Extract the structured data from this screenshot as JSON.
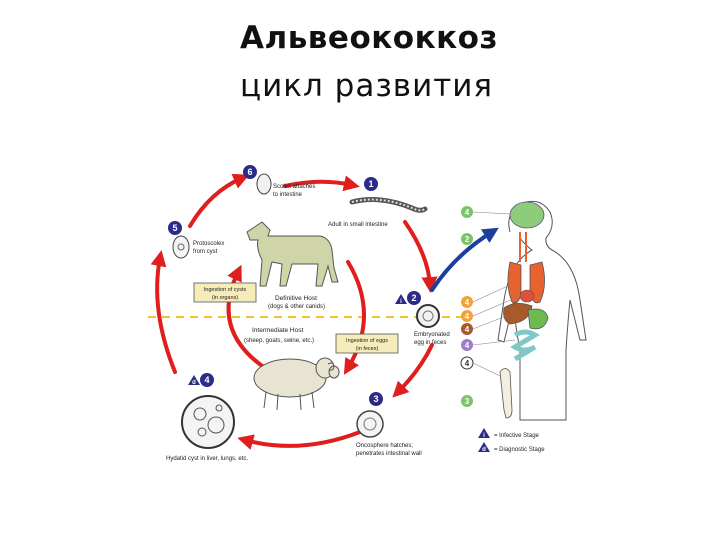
{
  "title": "Альвеококкоз",
  "subtitle": "цикл развития",
  "colors": {
    "cycle_arrow": "#e01e1e",
    "host_divider": "#f5c12b",
    "blue_arrow": "#1c3f9e",
    "stage_badge": "#2b2b8a",
    "stage_number_orange": "#f3a23a",
    "stage_number_green": "#7cc36a",
    "stage_number_purple": "#9f7dc9",
    "organ_lungs": "#e7622f",
    "organ_liver": "#a85a2b",
    "organ_stomach": "#6dbb4f",
    "organ_intestine": "#7ec8c8",
    "organ_brain": "#8ccc7a",
    "label_box": "#f6ecb9"
  },
  "stages": {
    "s6": {
      "num": "6",
      "label": "Scolex attaches",
      "label2": "to intestine"
    },
    "s1": {
      "num": "1",
      "label": "Adult in small intestine"
    },
    "s5": {
      "num": "5",
      "label": "Protoscolex",
      "label2": "from cyst"
    },
    "s2": {
      "num": "2",
      "label": "Embryonated",
      "label2": "egg in feces"
    },
    "s4": {
      "num": "4",
      "label": "Hydatid cyst in liver, lungs, etc."
    },
    "s3": {
      "num": "3",
      "label": "Oncosphere hatches;",
      "label2": "penetrates intestinal wall"
    }
  },
  "boxes": {
    "ingestion_cysts": {
      "line1": "Ingestion of cysts",
      "line2": "(in organs)"
    },
    "ingestion_eggs": {
      "line1": "Ingestion of eggs",
      "line2": "(in feces)"
    }
  },
  "hosts": {
    "definitive": {
      "line1": "Definitive Host",
      "line2": "(dogs & other canids)"
    },
    "intermediate": {
      "line1": "Intermediate Host",
      "line2": "(sheep, goats, swine, etc.)"
    }
  },
  "human_stage_numbers": [
    "4",
    "2",
    "4",
    "4",
    "4",
    "4",
    "4",
    "3"
  ],
  "legend": {
    "infective": {
      "badge": "i",
      "label": "= Infective Stage"
    },
    "diagnostic": {
      "badge": "d",
      "label": "= Diagnostic Stage"
    }
  },
  "icons": [
    "dog-icon",
    "sheep-icon",
    "adult-worm-icon",
    "egg-icon",
    "hydatid-cyst-icon",
    "oncosphere-icon",
    "protoscolex-icon",
    "scolex-icon",
    "human-silhouette-icon",
    "bone-icon"
  ]
}
